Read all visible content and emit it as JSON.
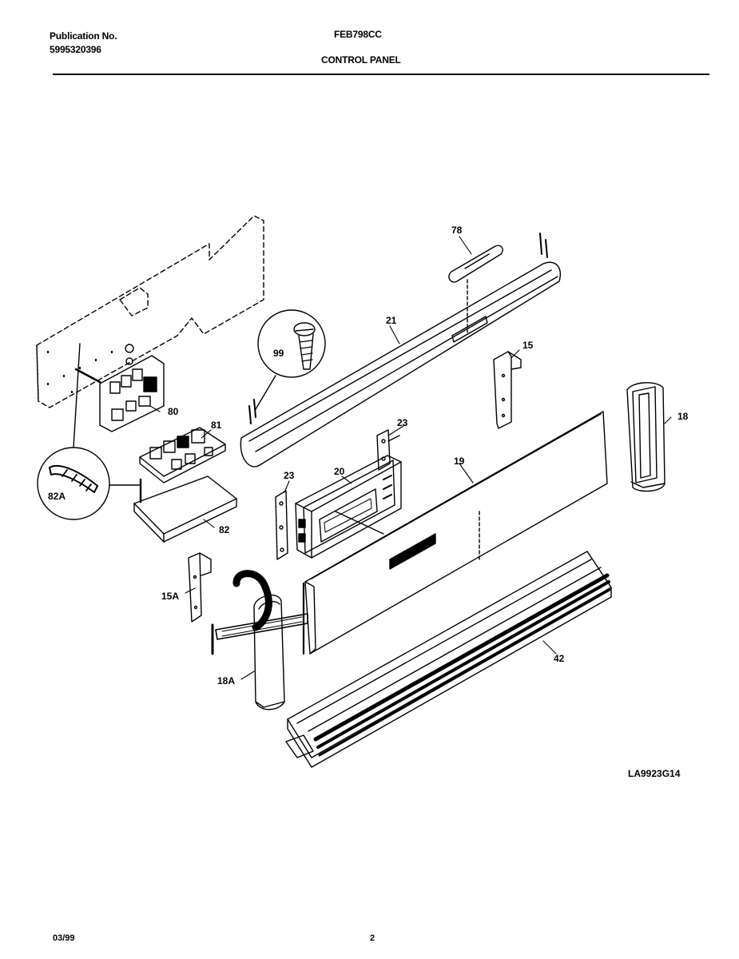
{
  "header": {
    "publication_label": "Publication No.",
    "publication_number": "5995320396",
    "model": "FEB798CC",
    "section_title": "CONTROL PANEL"
  },
  "diagram": {
    "code": "LA9923G14",
    "part_labels": {
      "p78": "78",
      "p21": "21",
      "p99": "99",
      "p15": "15",
      "p18": "18",
      "p80": "80",
      "p81": "81",
      "p23a": "23",
      "p23b": "23",
      "p20": "20",
      "p19": "19",
      "p82a": "82A",
      "p82": "82",
      "p15a": "15A",
      "p42": "42",
      "p18a": "18A"
    }
  },
  "footer": {
    "date": "03/99",
    "page": "2"
  }
}
